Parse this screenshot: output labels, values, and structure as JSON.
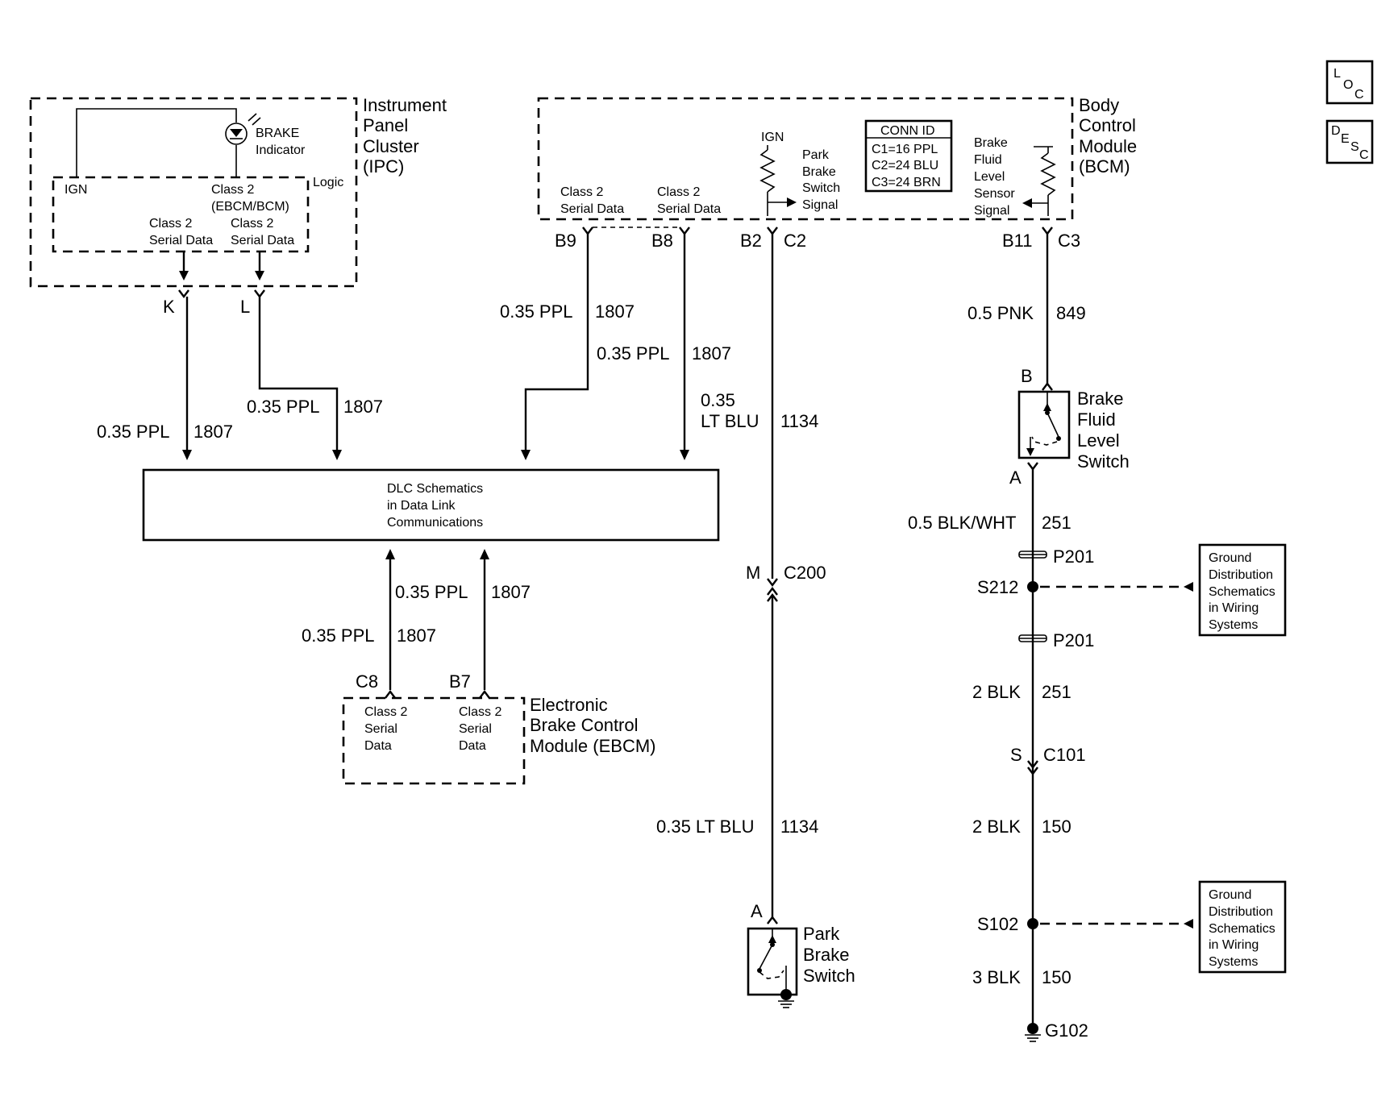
{
  "ipc": {
    "name": [
      "Instrument",
      "Panel",
      "Cluster",
      "(IPC)"
    ],
    "indicator": [
      "BRAKE",
      "Indicator"
    ],
    "logic": "Logic",
    "ign": "IGN",
    "class2_bus": [
      "Class 2",
      "(EBCM/BCM)"
    ],
    "serial_left": [
      "Class 2",
      "Serial Data"
    ],
    "serial_right": [
      "Class 2",
      "Serial Data"
    ],
    "pin_k": "K",
    "pin_l": "L"
  },
  "bcm": {
    "name": [
      "Body",
      "Control",
      "Module",
      "(BCM)"
    ],
    "serial_left": [
      "Class 2",
      "Serial Data"
    ],
    "serial_right": [
      "Class 2",
      "Serial Data"
    ],
    "ign": "IGN",
    "park_signal": [
      "Park",
      "Brake",
      "Switch",
      "Signal"
    ],
    "fluid_signal": [
      "Brake",
      "Fluid",
      "Level",
      "Sensor",
      "Signal"
    ],
    "conn_title": "CONN ID",
    "conn_rows": [
      "C1=16 PPL",
      "C2=24 BLU",
      "C3=24 BRN"
    ],
    "pin_b9": "B9",
    "pin_b8": "B8",
    "pin_b2": "B2",
    "pin_c2": "C2",
    "pin_b11": "B11",
    "pin_c3": "C3"
  },
  "wires": {
    "ipc_k": [
      "0.35 PPL",
      "1807"
    ],
    "ipc_l": [
      "0.35 PPL",
      "1807"
    ],
    "bcm_b9": [
      "0.35 PPL",
      "1807"
    ],
    "bcm_b8": [
      "0.35 PPL",
      "1807"
    ],
    "park_upper": [
      "0.35",
      "LT BLU",
      "1134"
    ],
    "park_lower": [
      "0.35 LT BLU",
      "1134"
    ],
    "ebcm_b7": [
      "0.35 PPL",
      "1807"
    ],
    "ebcm_c8": [
      "0.35 PPL",
      "1807"
    ],
    "fluid_849": [
      "0.5 PNK",
      "849"
    ],
    "fluid_251a": [
      "0.5 BLK/WHT",
      "251"
    ],
    "fluid_251b": [
      "2 BLK",
      "251"
    ],
    "fluid_150a": [
      "2 BLK",
      "150"
    ],
    "fluid_150b": [
      "3 BLK",
      "150"
    ]
  },
  "dlc": [
    "DLC Schematics",
    "in Data Link",
    "Communications"
  ],
  "ebcm": {
    "name": [
      "Electronic",
      "Brake Control",
      "Module (EBCM)"
    ],
    "left": [
      "Class 2",
      "Serial",
      "Data"
    ],
    "right": [
      "Class 2",
      "Serial",
      "Data"
    ],
    "pin_c8": "C8",
    "pin_b7": "B7"
  },
  "c200": {
    "pin": "M",
    "name": "C200"
  },
  "park_switch": {
    "pin": "A",
    "name": [
      "Park",
      "Brake",
      "Switch"
    ]
  },
  "fluid_switch": {
    "pin_b": "B",
    "pin_a": "A",
    "name": [
      "Brake",
      "Fluid",
      "Level",
      "Switch"
    ]
  },
  "ground_path": {
    "p201_top": "P201",
    "s212": "S212",
    "p201_bottom": "P201",
    "c101_pin": "S",
    "c101": "C101",
    "s102": "S102",
    "g102": "G102"
  },
  "ground_ref": [
    "Ground",
    "Distribution",
    "Schematics",
    "in Wiring",
    "Systems"
  ],
  "ground_ref_2": [
    "Ground",
    "Distribution",
    "Schematics",
    "in Wiring",
    "Systems"
  ],
  "nav": {
    "loc": [
      "L",
      "O",
      "C"
    ],
    "desc": [
      "D",
      "E",
      "S",
      "C"
    ]
  }
}
